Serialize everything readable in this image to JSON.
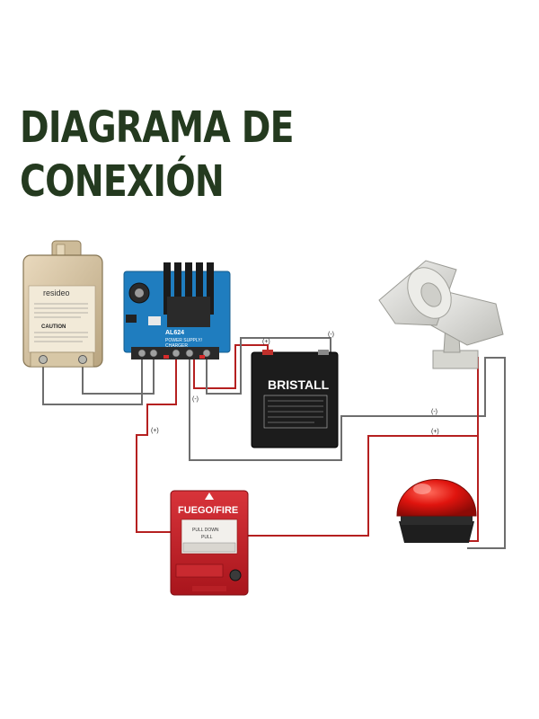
{
  "title": {
    "line1": "DIAGRAMA DE",
    "line2": "CONEXIÓN"
  },
  "transformer": {
    "brand": "resideo",
    "warning": "CAUTION"
  },
  "power_supply": {
    "model": "AL624",
    "label_line1": "POWER SUPPLY/",
    "label_line2": "CHARGER"
  },
  "battery": {
    "brand": "BRISTALL"
  },
  "fire_station": {
    "label": "FUEGO/FIRE",
    "instructions": [
      "PULL DOWN",
      "PULL"
    ]
  },
  "wire_labels": {
    "battery_positive": "(+)",
    "battery_negative": "(-)",
    "supply_negative": "(-)",
    "supply_positive": "(+)",
    "bus_negative": "(-)",
    "bus_positive": "(+)"
  },
  "colors": {
    "title": "#243a1f",
    "wire_positive": "#b52020",
    "wire_negative": "#6e6e6e"
  }
}
